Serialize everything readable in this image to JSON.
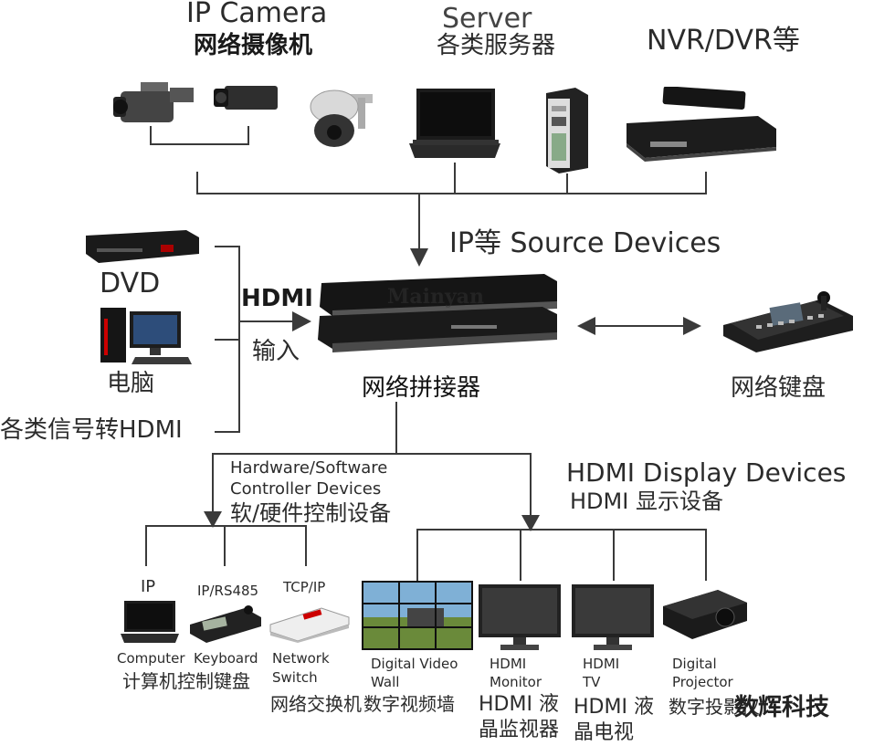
{
  "sources": {
    "ip_camera_en": "IP Camera",
    "ip_camera_zh": "网络摄像机",
    "server_en": "Server",
    "server_zh": "各类服务器",
    "nvr_dvr": "NVR/DVR等",
    "source_devices": "IP等 Source Devices"
  },
  "inputs": {
    "dvd": "DVD",
    "pc": "电脑",
    "signal_to_hdmi": "各类信号转HDMI",
    "hdmi": "HDMI",
    "input_zh": "输入"
  },
  "center": {
    "splicer": "网络拼接器",
    "keyboard": "网络键盘"
  },
  "controllers": {
    "title_en_1": "Hardware/Software",
    "title_en_2": "Controller Devices",
    "title_zh": "软/硬件控制设备",
    "ip": "IP",
    "ip_rs485": "IP/RS485",
    "tcp_ip": "TCP/IP",
    "computer": "Computer",
    "keyboard": "Keyboard",
    "network": "Network",
    "switch": "Switch",
    "zh_line": "计算机控制键盘",
    "zh_switch": "网络交换机"
  },
  "displays": {
    "title_en": "HDMI Display Devices",
    "title_zh": "HDMI 显示设备",
    "video_wall_1": "Digital  Video",
    "video_wall_2": "Wall",
    "video_wall_zh": "数字视频墙",
    "monitor_1": "HDMI",
    "monitor_2": "Monitor",
    "monitor_zh_1": "HDMI 液",
    "monitor_zh_2": "晶监视器",
    "tv_1": "HDMI",
    "tv_2": "TV",
    "tv_zh_1": "HDMI 液",
    "tv_zh_2": "晶电视",
    "projector_1": "Digital",
    "projector_2": "Projector",
    "projector_zh": "数字投影仪"
  },
  "watermark": "数辉科技"
}
